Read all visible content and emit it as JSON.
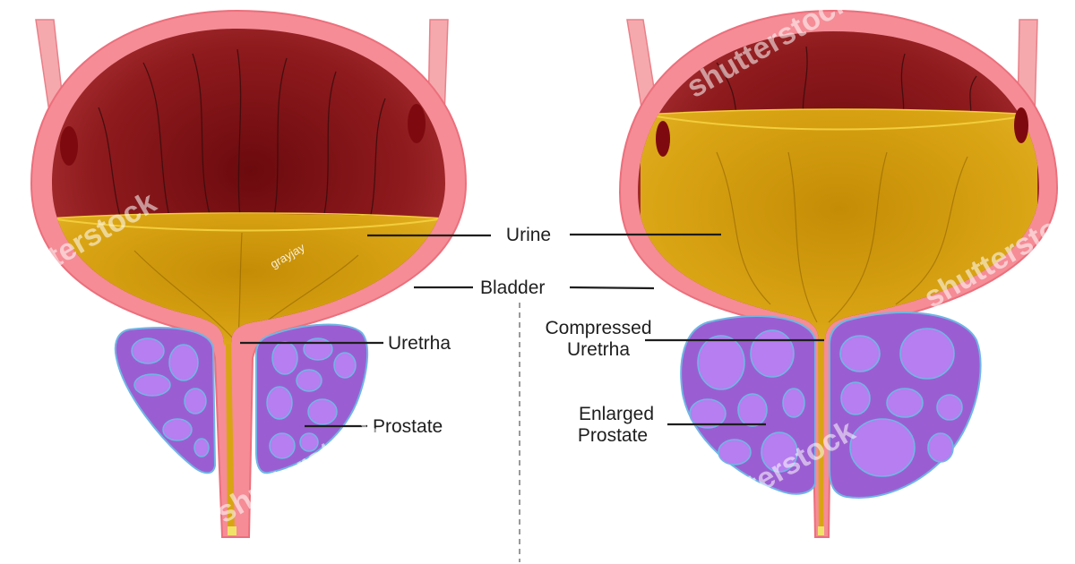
{
  "labels": {
    "urine": "Urine",
    "bladder": "Bladder",
    "urethra": "Uretrha",
    "prostate": "Prostate",
    "compressed_line1": "Compressed",
    "compressed_line2": "Uretrha",
    "enlarged_line1": "Enlarged",
    "enlarged_line2": "Prostate"
  },
  "watermark": {
    "brand": "shutterstock",
    "author": "grayjay"
  },
  "colors": {
    "bladder_wall": "#f58c96",
    "bladder_interior": "#9a1f22",
    "urine": "#d7a312",
    "prostate": "#9b5ed2",
    "prostate_lobule": "#b67ef0",
    "prostate_outline": "#6fb6e4",
    "ureter": "#f5a9ad"
  }
}
